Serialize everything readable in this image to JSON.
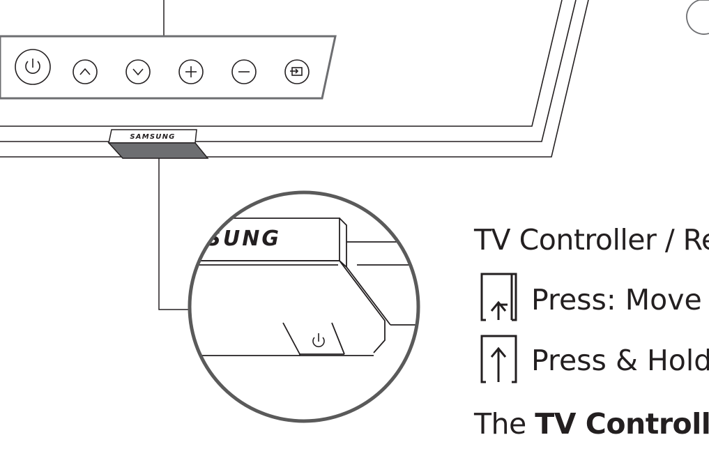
{
  "brand": {
    "logo_small": "SAMSUNG",
    "logo_zoom": "SUNG"
  },
  "panel_buttons": [
    {
      "name": "power-icon"
    },
    {
      "name": "chevron-up-icon"
    },
    {
      "name": "chevron-down-icon"
    },
    {
      "name": "plus-icon"
    },
    {
      "name": "minus-icon"
    },
    {
      "name": "source-icon"
    }
  ],
  "text": {
    "heading": "TV Controller / Re",
    "press_move": "Press: Move",
    "press_hold": "Press & Hold:",
    "body_prefix": "The ",
    "body_bold": "TV Controller"
  },
  "colors": {
    "line": "#231f20",
    "circle": "#5a5a5a",
    "logo_fill": "#6d6e71"
  }
}
